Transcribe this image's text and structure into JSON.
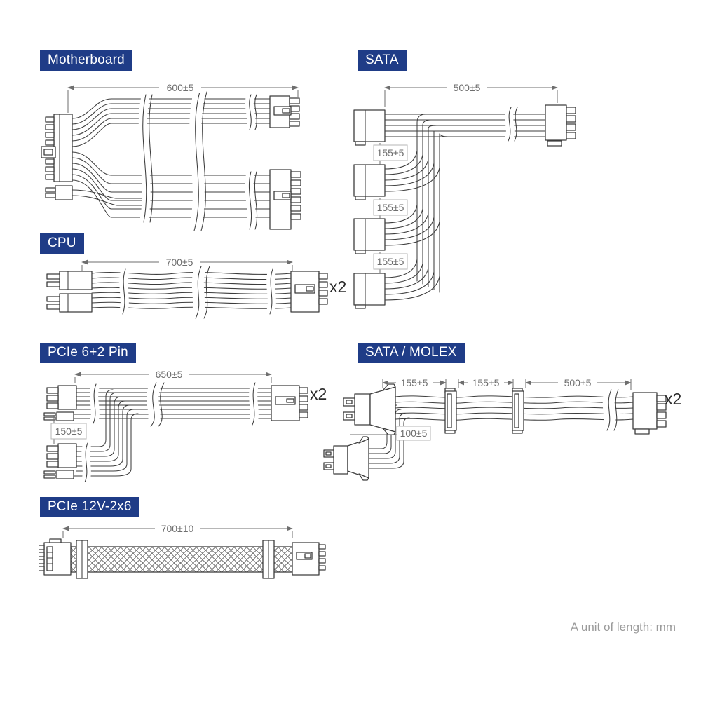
{
  "colors": {
    "label_bg": "#1f3c87",
    "label_fg": "#ffffff",
    "line": "#3d3d3d",
    "dim": "#6e6e6e",
    "box_border": "#b4b4b4",
    "footer": "#9b9b9b",
    "qty": "#2b2b2b"
  },
  "footer": {
    "note": "A unit of length: mm"
  },
  "sections": {
    "motherboard": {
      "label": "Motherboard",
      "dim_main": "600±5"
    },
    "sata": {
      "label": "SATA",
      "dim_main": "500±5",
      "dim_seg1": "155±5",
      "dim_seg2": "155±5",
      "dim_seg3": "155±5"
    },
    "cpu": {
      "label": "CPU",
      "dim_main": "700±5",
      "qty": "x2"
    },
    "pcie_6_2": {
      "label": "PCIe 6+2 Pin",
      "dim_main": "650±5",
      "dim_branch": "150±5",
      "qty": "x2"
    },
    "sata_molex": {
      "label": "SATA / MOLEX",
      "dim_seg1": "155±5",
      "dim_seg2": "155±5",
      "dim_main": "500±5",
      "dim_branch": "100±5",
      "qty": "x2"
    },
    "pcie_12v_2x6": {
      "label": "PCIe 12V-2x6",
      "dim_main": "700±10"
    }
  }
}
